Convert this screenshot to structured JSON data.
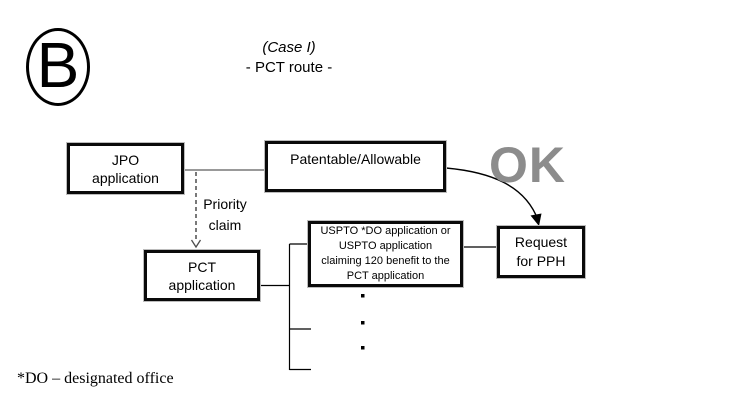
{
  "badge": {
    "letter": "B"
  },
  "title": {
    "case": "(Case I)",
    "route": "- PCT route -"
  },
  "boxes": {
    "jpo": {
      "label": "JPO\napplication"
    },
    "patentable": {
      "label": "Patentable/Allowable"
    },
    "pct": {
      "label": "PCT\napplication"
    },
    "uspto": {
      "label": "USPTO *DO application or\nUSPTO application\nclaiming 120 benefit to the\nPCT application"
    },
    "request": {
      "label": "Request\nfor PPH"
    }
  },
  "annotations": {
    "ok": "OK",
    "priority_claim": "Priority\nclaim",
    "footnote": "*DO – designated office"
  },
  "colors": {
    "ok_gray": "#8c8c8c",
    "connector_gray": "#999999",
    "line_black": "#000000",
    "dashed_gray": "#4d4d4d"
  }
}
